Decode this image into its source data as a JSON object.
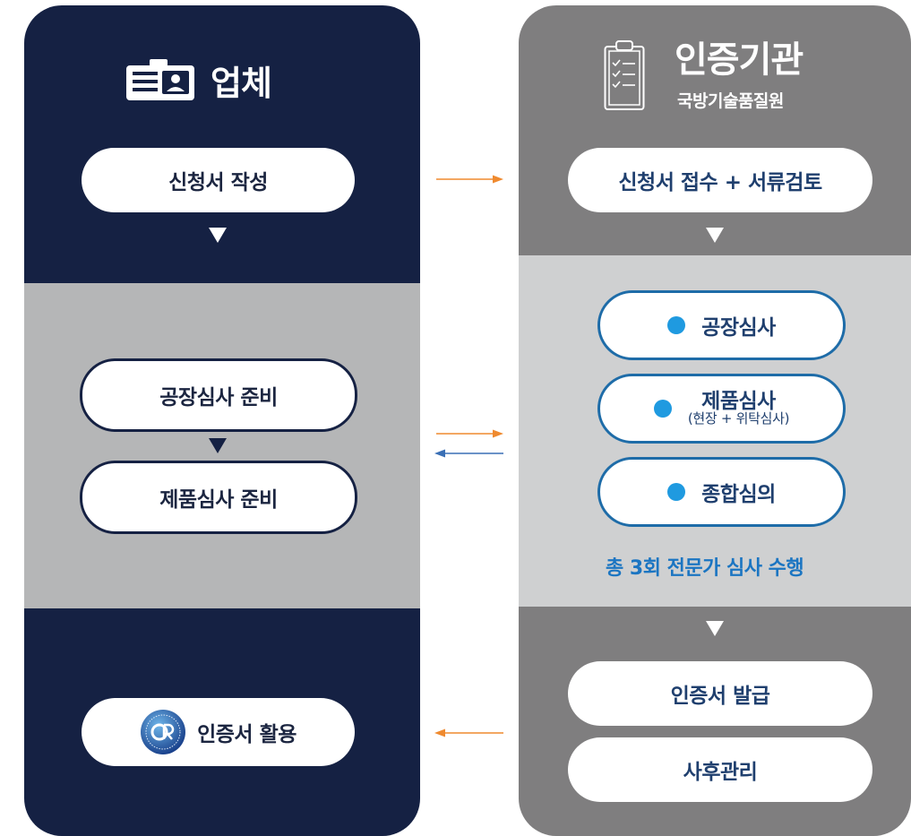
{
  "colors": {
    "left_column": "#152143",
    "left_band": "#b5b6b7",
    "right_column": "#7f7e7f",
    "right_band": "#cfd0d1",
    "arrow_orange": "#ef8a2f",
    "arrow_blue": "#3a6fb5",
    "accent_blue": "#1f9ae0"
  },
  "left": {
    "header_icon": "id-card-icon",
    "title": "업체",
    "steps": {
      "write": "신청서 작성",
      "factory_prep": "공장심사 준비",
      "product_prep": "제품심사 준비",
      "use_cert": "인증서 활용"
    },
    "badge_icon": "dqr-seal-icon"
  },
  "right": {
    "header_icon": "clipboard-checklist-icon",
    "title": "인증기관",
    "subtitle": "국방기술품질원",
    "steps": {
      "receive": "신청서 접수 + 서류검토",
      "factory_audit": "공장심사",
      "product_audit": "제품심사",
      "product_audit_sub": "(현장 + 위탁심사)",
      "overall": "종합심의",
      "issue": "인증서 발급",
      "after": "사후관리"
    },
    "note": "총 3회 전문가 심사 수행"
  }
}
